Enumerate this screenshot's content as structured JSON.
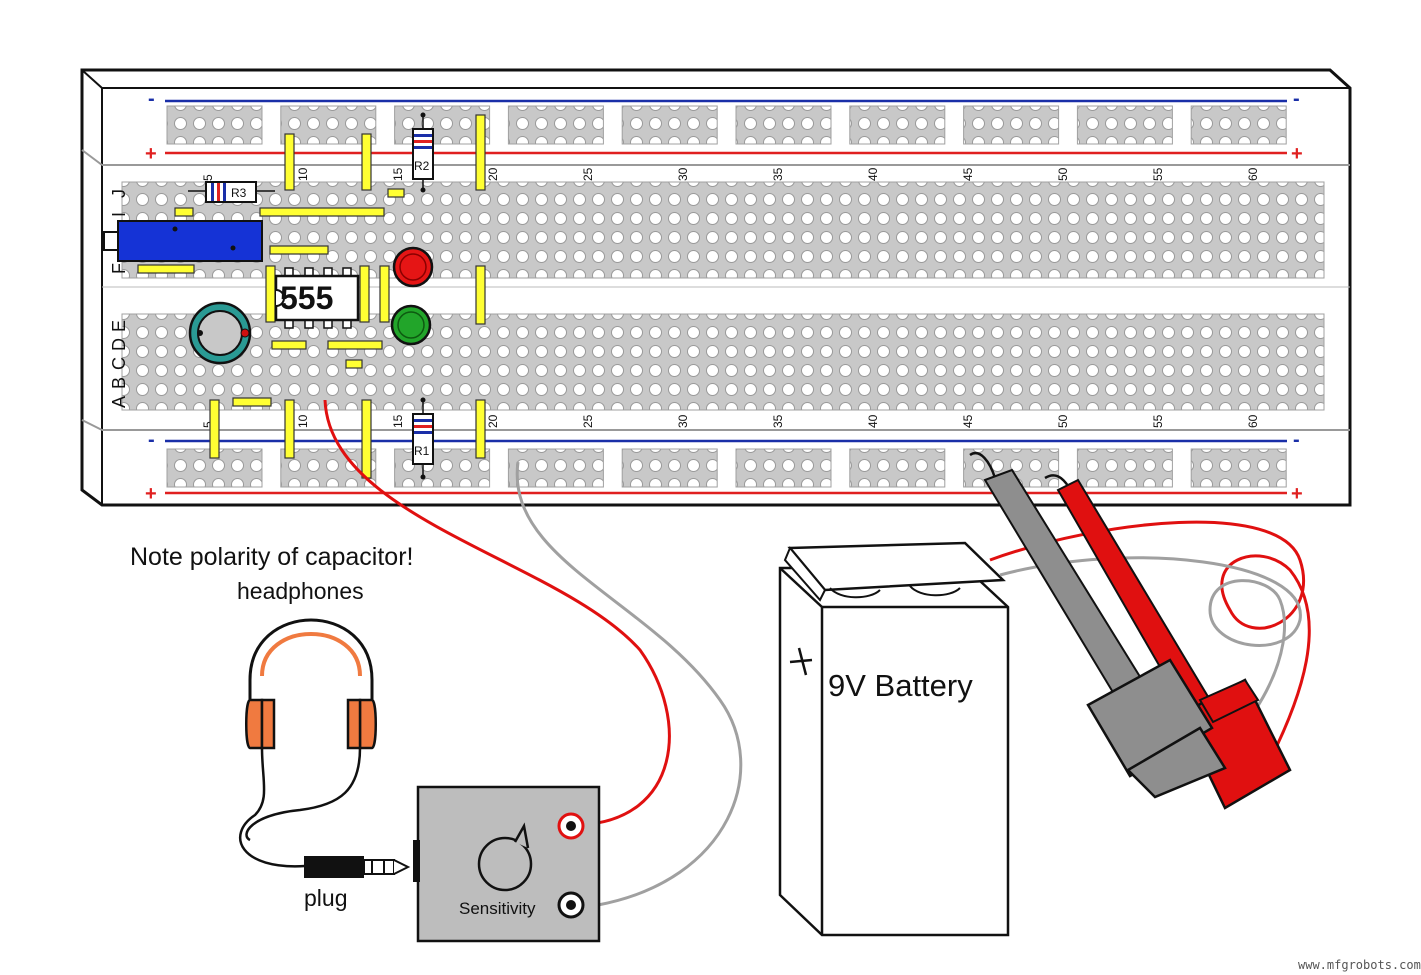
{
  "breadboard": {
    "column_numbers": [
      "5",
      "10",
      "15",
      "20",
      "25",
      "30",
      "35",
      "40",
      "45",
      "50",
      "55",
      "60"
    ],
    "row_letters_top": [
      "J",
      "I",
      "F"
    ],
    "row_letters_bottom": [
      "E",
      "D",
      "C",
      "B",
      "A"
    ],
    "rail_minus": "-",
    "rail_plus": "+"
  },
  "components": {
    "ic_label": "555",
    "resistor_1": "R1",
    "resistor_2": "R2",
    "resistor_3": "R3"
  },
  "labels": {
    "note": "Note polarity of capacitor!",
    "headphones": "headphones",
    "plug": "plug",
    "sensitivity": "Sensitivity",
    "battery": "9V Battery"
  },
  "watermark": "www.mfgrobots.com",
  "colors": {
    "board": "#ffffff",
    "hole_block": "#c8c8c8",
    "rail_plus": "#e02020",
    "rail_minus": "#1a2fa8",
    "jumper": "#ffff33",
    "potentiometer": "#1533d6",
    "led_red": "#e51515",
    "led_green": "#22a52a",
    "capacitor": "#2a9a94",
    "wire_red": "#e01010",
    "wire_gray": "#a0a0a0",
    "headphone_pad": "#f07a40",
    "box": "#bdbdbd",
    "probe_gray": "#8e8e8e",
    "probe_red": "#e01010"
  }
}
